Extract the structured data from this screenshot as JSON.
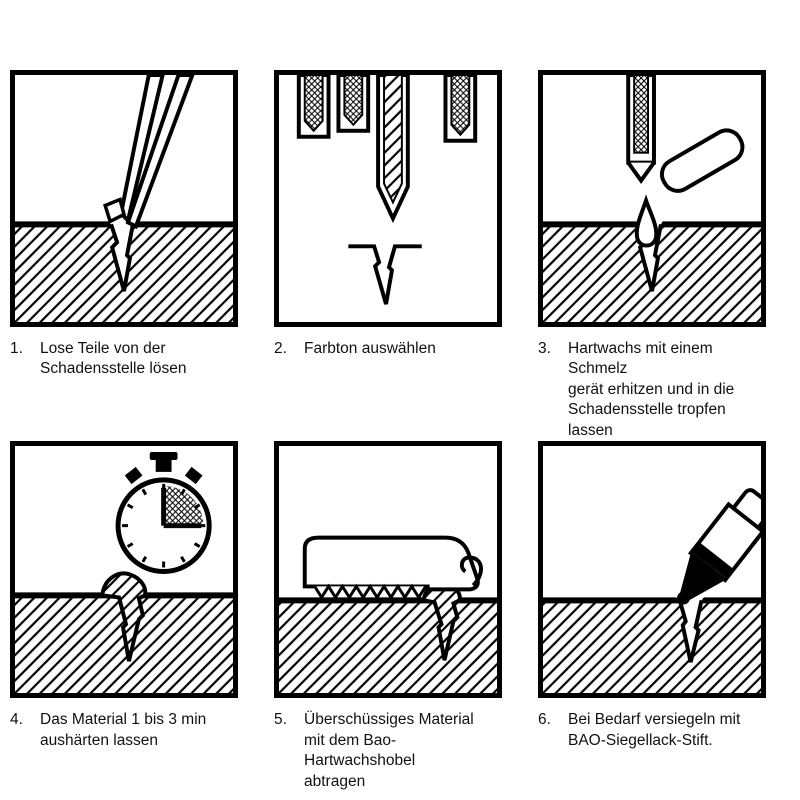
{
  "document": {
    "kind": "instruction-sheet",
    "language": "de",
    "background": "#ffffff",
    "ink_color": "#000000"
  },
  "steps": [
    {
      "number": "1.",
      "caption": "Lose Teile von der\nSchadensstelle lösen",
      "icon": "tweezers-removing-loose-parts"
    },
    {
      "number": "2.",
      "caption": "Farbton auswählen",
      "icon": "wax-colour-sticks"
    },
    {
      "number": "3.",
      "caption": "Hartwachs mit einem Schmelz\ngerät erhitzen und in die\nSchadensstelle tropfen lassen",
      "icon": "melting-tool-with-drop"
    },
    {
      "number": "4.",
      "caption": "Das Material 1 bis 3 min\naushärten lassen",
      "icon": "stopwatch"
    },
    {
      "number": "5.",
      "caption": "Überschüssiges Material\nmit dem Bao-Hartwachshobel\nabtragen",
      "icon": "hartwachs-plane-scraper"
    },
    {
      "number": "6.",
      "caption": "Bei Bedarf versiegeln mit\nBAO-Siegellack-Stift.",
      "icon": "sealing-lacquer-pen"
    }
  ]
}
